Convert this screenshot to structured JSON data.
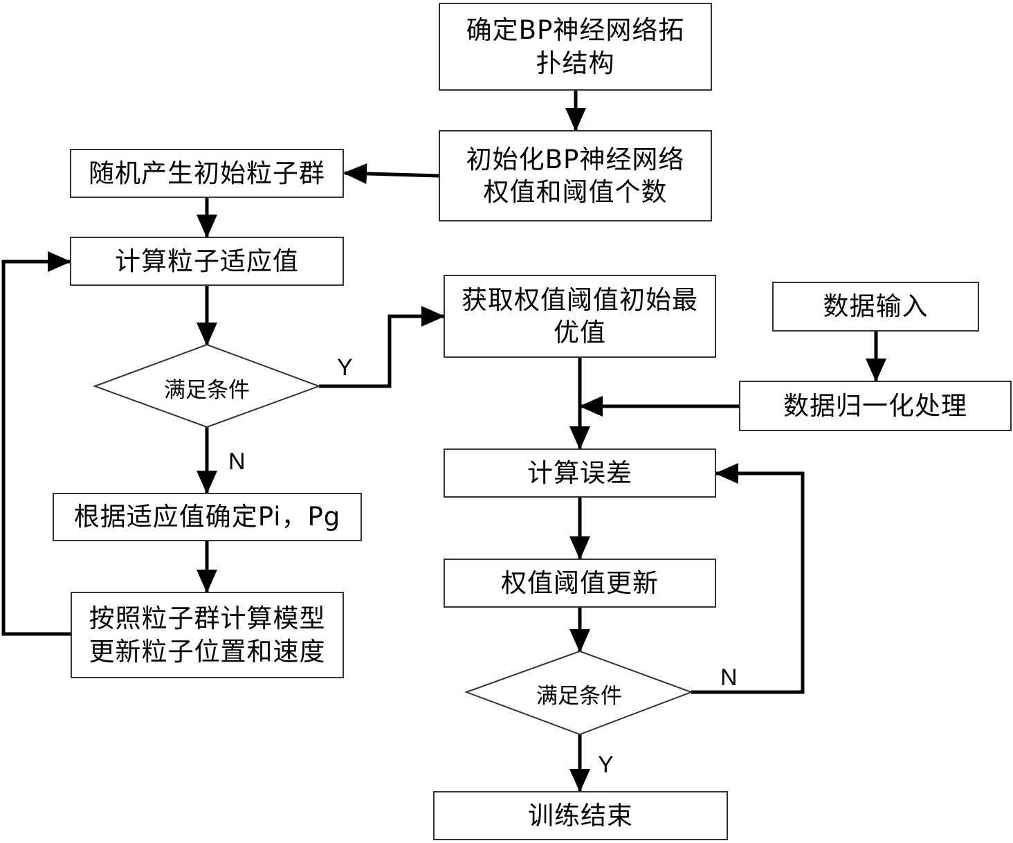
{
  "boxes": {
    "determine_topology": [
      "确定BP神经网络拓",
      "扑结构"
    ],
    "init_counts": [
      "初始化BP神经网络",
      "权值和阈值个数"
    ],
    "random_swarm": "随机产生初始粒子群",
    "compute_fitness": "计算粒子适应值",
    "get_optimum": [
      "获取权值阈值初始最",
      "优值"
    ],
    "data_input": "数据输入",
    "normalize": "数据归一化处理",
    "determine_pi_pg": "根据适应值确定Pi，Pg",
    "update_particles": [
      "按照粒子群计算模型",
      "更新粒子位置和速度"
    ],
    "compute_error": "计算误差",
    "update_weights": "权值阈值更新",
    "training_end": "训练结束"
  },
  "decisions": {
    "condition_left": "满足条件",
    "condition_right": "满足条件"
  },
  "branch_labels": {
    "left_yes": "Y",
    "left_no": "N",
    "right_no": "N",
    "right_yes": "Y"
  }
}
